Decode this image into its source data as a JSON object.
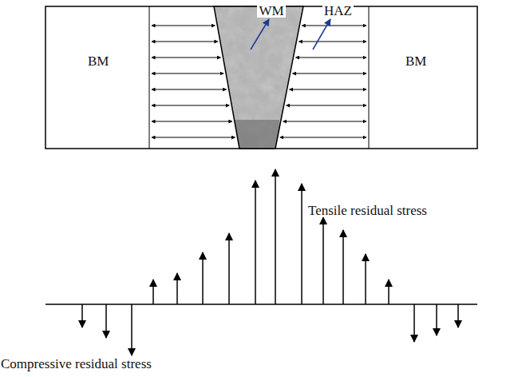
{
  "diagram": {
    "labels": [
      "WM",
      "HAZ",
      "BM",
      "BM",
      "Tensile residual stress",
      "Compressive residual stress"
    ]
  }
}
